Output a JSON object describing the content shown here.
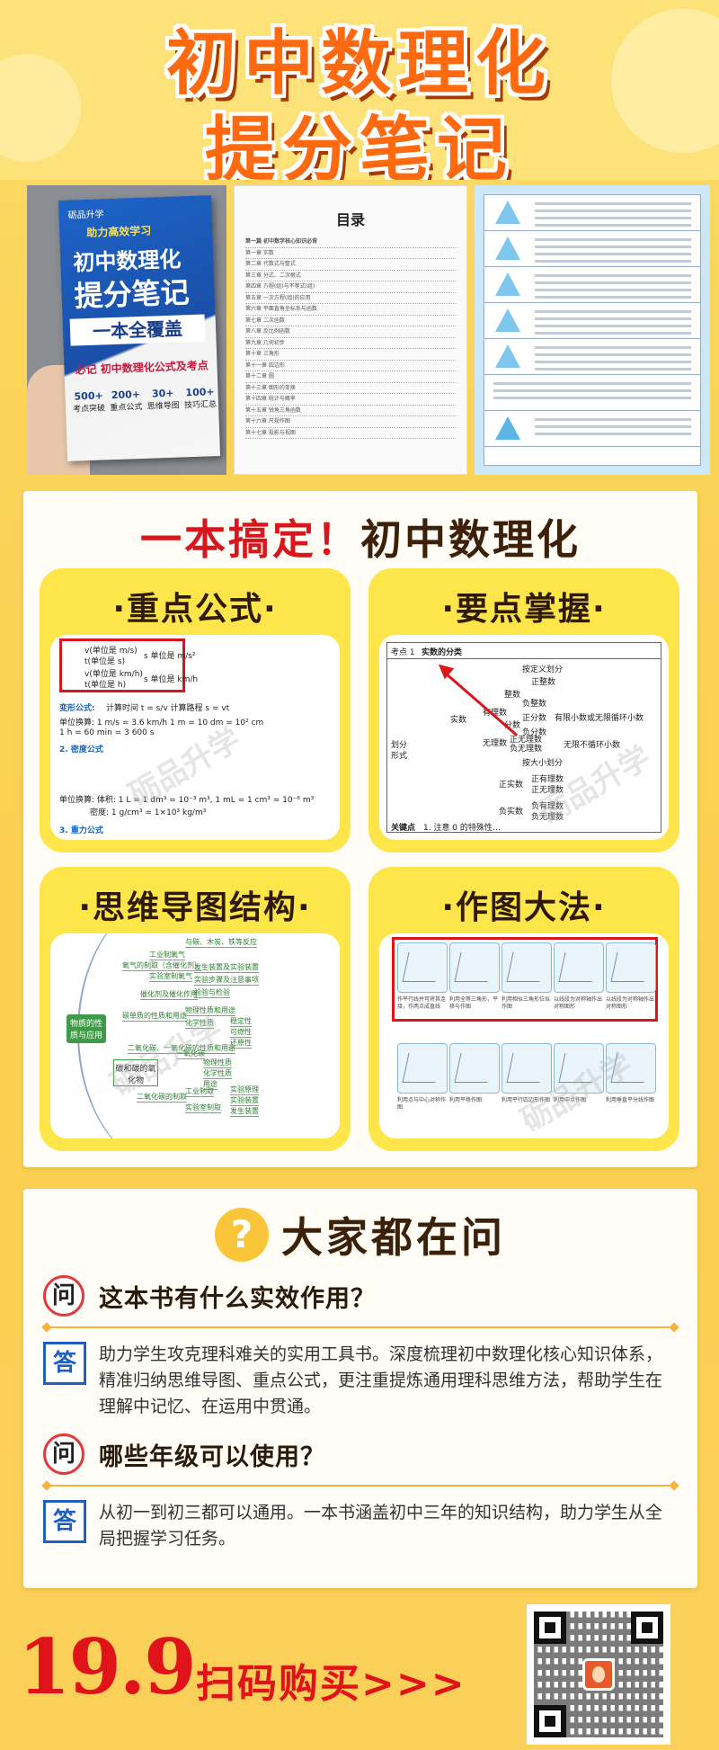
{
  "header": {
    "title_line1": "初中数理化",
    "title_line2": "提分笔记"
  },
  "photos": {
    "book": {
      "brand": "砺品升学",
      "slogan": "助力高效学习",
      "title_line1": "初中数理化",
      "title_line2": "提分笔记",
      "band": "一本全覆盖",
      "subtitle": "必记 初中数理化公式及考点",
      "stats": [
        {
          "num": "500+",
          "label": "考点突破"
        },
        {
          "num": "200+",
          "label": "重点公式"
        },
        {
          "num": "30+",
          "label": "思维导图"
        },
        {
          "num": "100+",
          "label": "技巧汇总"
        }
      ]
    },
    "toc": {
      "title": "目录",
      "lines": [
        "第一篇  初中数学核心知识必背",
        "第一章  实数",
        "第二章  代数式与整式",
        "第三章  分式、二次根式",
        "第四章  方程(组)与不等式(组)",
        "第五章  一次方程(组)的应用",
        "第六章  平面直角坐标系与函数",
        "第七章  二次函数",
        "第八章  反比例函数",
        "第九章  几何初步",
        "第十章  三角形",
        "第十一章  四边形",
        "第十二章  圆",
        "第十三章  图形的变换",
        "第十四章  统计与概率",
        "第十五章  锐角三角函数",
        "第十六章  尺规作图",
        "第十七章  投影与视图"
      ]
    }
  },
  "features": {
    "headline_red": "一本搞定！",
    "headline_brown": "初中数理化",
    "cards": [
      {
        "title": "·重点公式·"
      },
      {
        "title": "·要点掌握·"
      },
      {
        "title": "·思维导图结构·"
      },
      {
        "title": "·作图大法·"
      }
    ],
    "formula": {
      "lines": [
        "v(单位是 m/s)",
        "t(单位是 s)",
        "v(单位是 km/h)",
        "t(单位是 h)"
      ],
      "units": [
        "s 单位是 m/s²",
        "s 单位是 km/h"
      ],
      "blue1": "变形公式:",
      "l1": "计算时间 t = s/v   计算路程 s = vt",
      "l2": "单位换算: 1 m/s = 3.6 km/h   1 m = 10 dm = 10² cm",
      "l3": "1 h = 60 min = 3 600 s",
      "blue2": "2. 密度公式",
      "l4": "单位换算: 体积: 1 L = 1 dm³ = 10⁻³ m³, 1 mL = 1 cm³ = 10⁻⁶ m³",
      "l5": "密度: 1 g/cm³ = 1×10³ kg/m³",
      "blue3": "3. 重力公式"
    },
    "concept": {
      "label1": "考点 1",
      "label1_text": "实数的分类",
      "by_def": "按定义划分",
      "by_size": "按大小划分",
      "side1": "划分",
      "side2": "形式",
      "nodes": [
        "正整数",
        "整数",
        "负整数",
        "有理数",
        "正分数",
        "分数",
        "负分数",
        "有限小数或无限循环小数",
        "实数",
        "无理数",
        "正无理数",
        "负无理数",
        "无限不循环小数",
        "正有理数",
        "正实数",
        "正无理数",
        "负有理数",
        "负实数",
        "负无理数"
      ],
      "key": "关键点",
      "key_text": "1. 注意 0 的特殊性…"
    },
    "mindmap": {
      "root": "物质的性质与应用",
      "sub": "碳和碳的氧化物",
      "nodes": [
        "与碳、木炭、铁等反应",
        "工业制氧气",
        "氧气的制取（含催化剂）",
        "实验室制氧气",
        "发生装置及实验装置",
        "实验步骤及注意事项",
        "验验与检验",
        "催化剂及催化作用",
        "碳单质的性质和用途",
        "物理性质和用途",
        "化学性质",
        "稳定性",
        "可燃性",
        "还原性",
        "二氧化碳、一氧化碳的性质和用途",
        "一氧化碳",
        "物理性质",
        "化学性质",
        "用途",
        "二氧化碳的制取",
        "工业制取",
        "实验室制取",
        "实验原理",
        "实验装置",
        "发生装置"
      ]
    },
    "drawing": {
      "captions": [
        "作平行线并可将其连接，作两点成直线",
        "利用全等三角形，平移与作图",
        "利用相似三角形位似作图",
        "以线段为对称轴作出对称图形",
        "以线段为对称轴作出对称图形",
        "利用点与中心对称作图",
        "利用平移作图",
        "利用平行四边形作图",
        "利用中点作图",
        "利用垂直平分线作图"
      ]
    },
    "watermark": "砺品升学"
  },
  "faq": {
    "icon": "?",
    "title": "大家都在问",
    "q_icon": "问",
    "a_icon": "答",
    "items": [
      {
        "question": "这本书有什么实效作用？",
        "answer": "助力学生攻克理科难关的实用工具书。深度梳理初中数理化核心知识体系，精准归纳思维导图、重点公式，更注重提炼通用理科思维方法，帮助学生在理解中记忆、在运用中贯通。"
      },
      {
        "question": "哪些年级可以使用？",
        "answer": "从初一到初三都可以通用。一本书涵盖初中三年的知识结构，助力学生从全局把握学习任务。"
      }
    ]
  },
  "footer": {
    "price": "19.9",
    "buy_text": "扫码购买>>>"
  },
  "colors": {
    "background": "#fbd458",
    "title_orange": "#ff6a10",
    "headline_red": "#d8161b",
    "card_yellow": "#fde54a",
    "answer_blue": "#1e5fbf",
    "price_red": "#e0131a"
  }
}
